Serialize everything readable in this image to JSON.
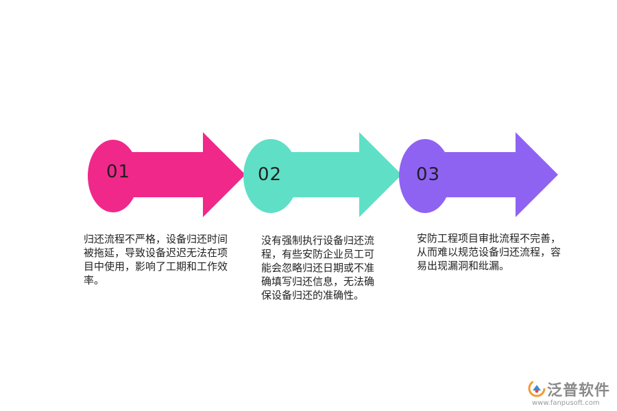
{
  "steps": [
    {
      "number": "01",
      "color": "#f0288a",
      "text": "归还流程不严格，设备归还时间被拖延，导致设备迟迟无法在项目中使用，影响了工期和工作效率。"
    },
    {
      "number": "02",
      "color": "#5fdfc6",
      "text": "没有强制执行设备归还流程，有些安防企业员工可能会忽略归还日期或不准确填写归还信息，无法确保设备归还的准确性。"
    },
    {
      "number": "03",
      "color": "#8f63f2",
      "text": "安防工程项目审批流程不完善，从而难以规范设备归还流程，容易出现漏洞和纰漏。"
    }
  ],
  "logo": {
    "name": "泛普软件",
    "url": "www.fanpusoft.com",
    "icon": "fanpu-logo-icon"
  }
}
